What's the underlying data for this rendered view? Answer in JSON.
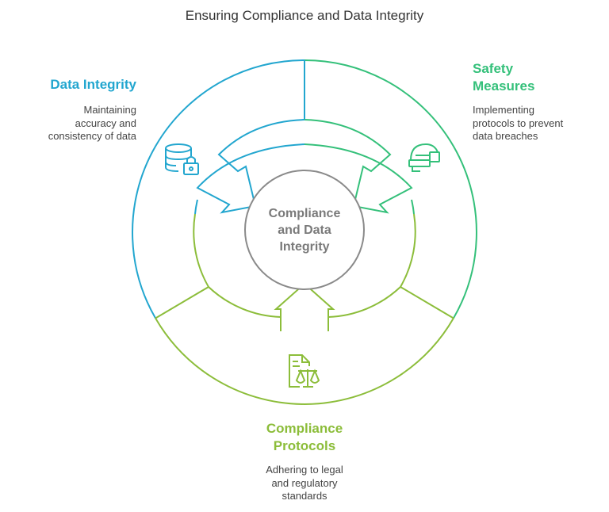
{
  "title": "Ensuring Compliance and Data Integrity",
  "center": {
    "line1": "Compliance",
    "line2": "and Data",
    "line3": "Integrity"
  },
  "colors": {
    "data_integrity": "#22a6cf",
    "safety": "#34c07a",
    "compliance": "#8cbd3a",
    "center": "#8a8a8a"
  },
  "sections": {
    "data_integrity": {
      "title": "Data Integrity",
      "desc": [
        "Maintaining",
        "accuracy and",
        "consistency of data"
      ],
      "icon": "database-lock-icon"
    },
    "safety": {
      "title_line1": "Safety",
      "title_line2": "Measures",
      "desc": [
        "Implementing",
        "protocols to prevent",
        "data breaches"
      ],
      "icon": "safety-helmet-icon"
    },
    "compliance": {
      "title_line1": "Compliance",
      "title_line2": "Protocols",
      "desc": [
        "Adhering to legal",
        "and regulatory",
        "standards"
      ],
      "icon": "legal-document-scale-icon"
    }
  }
}
